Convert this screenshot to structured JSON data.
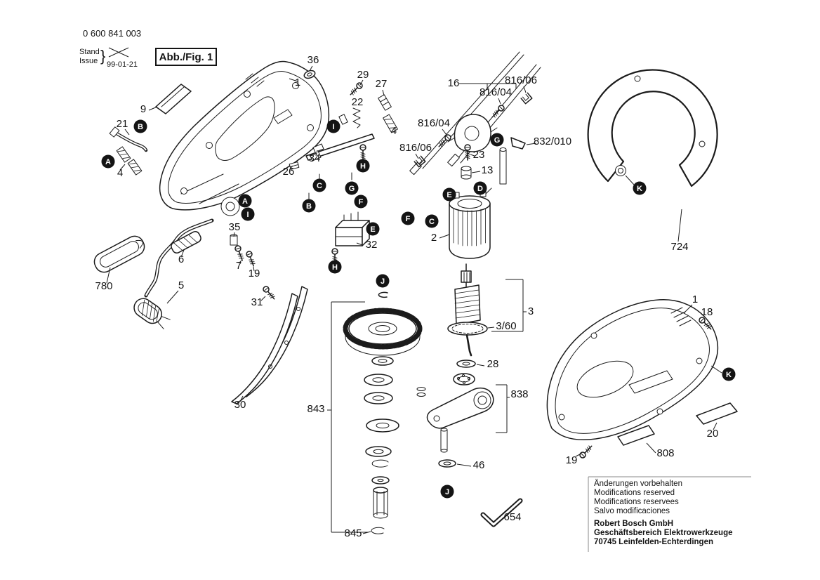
{
  "title_block": {
    "order_number": "0 600 841 003",
    "stand_label": "Stand",
    "issue_label": "Issue",
    "brace": "}",
    "date": "99-01-21",
    "figure_label": "Abb./Fig. 1"
  },
  "part_labels": [
    "36",
    "1",
    "29",
    "27",
    "22",
    "9",
    "21",
    "4",
    "4",
    "16",
    "816/04",
    "816/06",
    "816/04",
    "816/06",
    "832/010",
    "23",
    "13",
    "26",
    "34",
    "2",
    "35",
    "6",
    "7",
    "19",
    "32",
    "31",
    "780",
    "5",
    "30",
    "843",
    "3",
    "3/60",
    "28",
    "838",
    "46",
    "845",
    "654",
    "724",
    "1",
    "18",
    "20",
    "19",
    "808"
  ],
  "connector_letters": [
    "A",
    "B",
    "I",
    "H",
    "C",
    "G",
    "B",
    "F",
    "E",
    "A",
    "I",
    "H",
    "F",
    "C",
    "E",
    "D",
    "G",
    "J",
    "J",
    "K",
    "K"
  ],
  "footer": {
    "notes": [
      "Änderungen vorbehalten",
      "Modifications reserved",
      "Modifications reservees",
      "Salvo modificaciones"
    ],
    "company_lines": [
      "Robert Bosch GmbH",
      "Geschäftsbereich Elektrowerkzeuge",
      "70745 Leinfelden-Echterdingen"
    ]
  },
  "colors": {
    "ink": "#1b1b1b",
    "paper": "#ffffff"
  }
}
